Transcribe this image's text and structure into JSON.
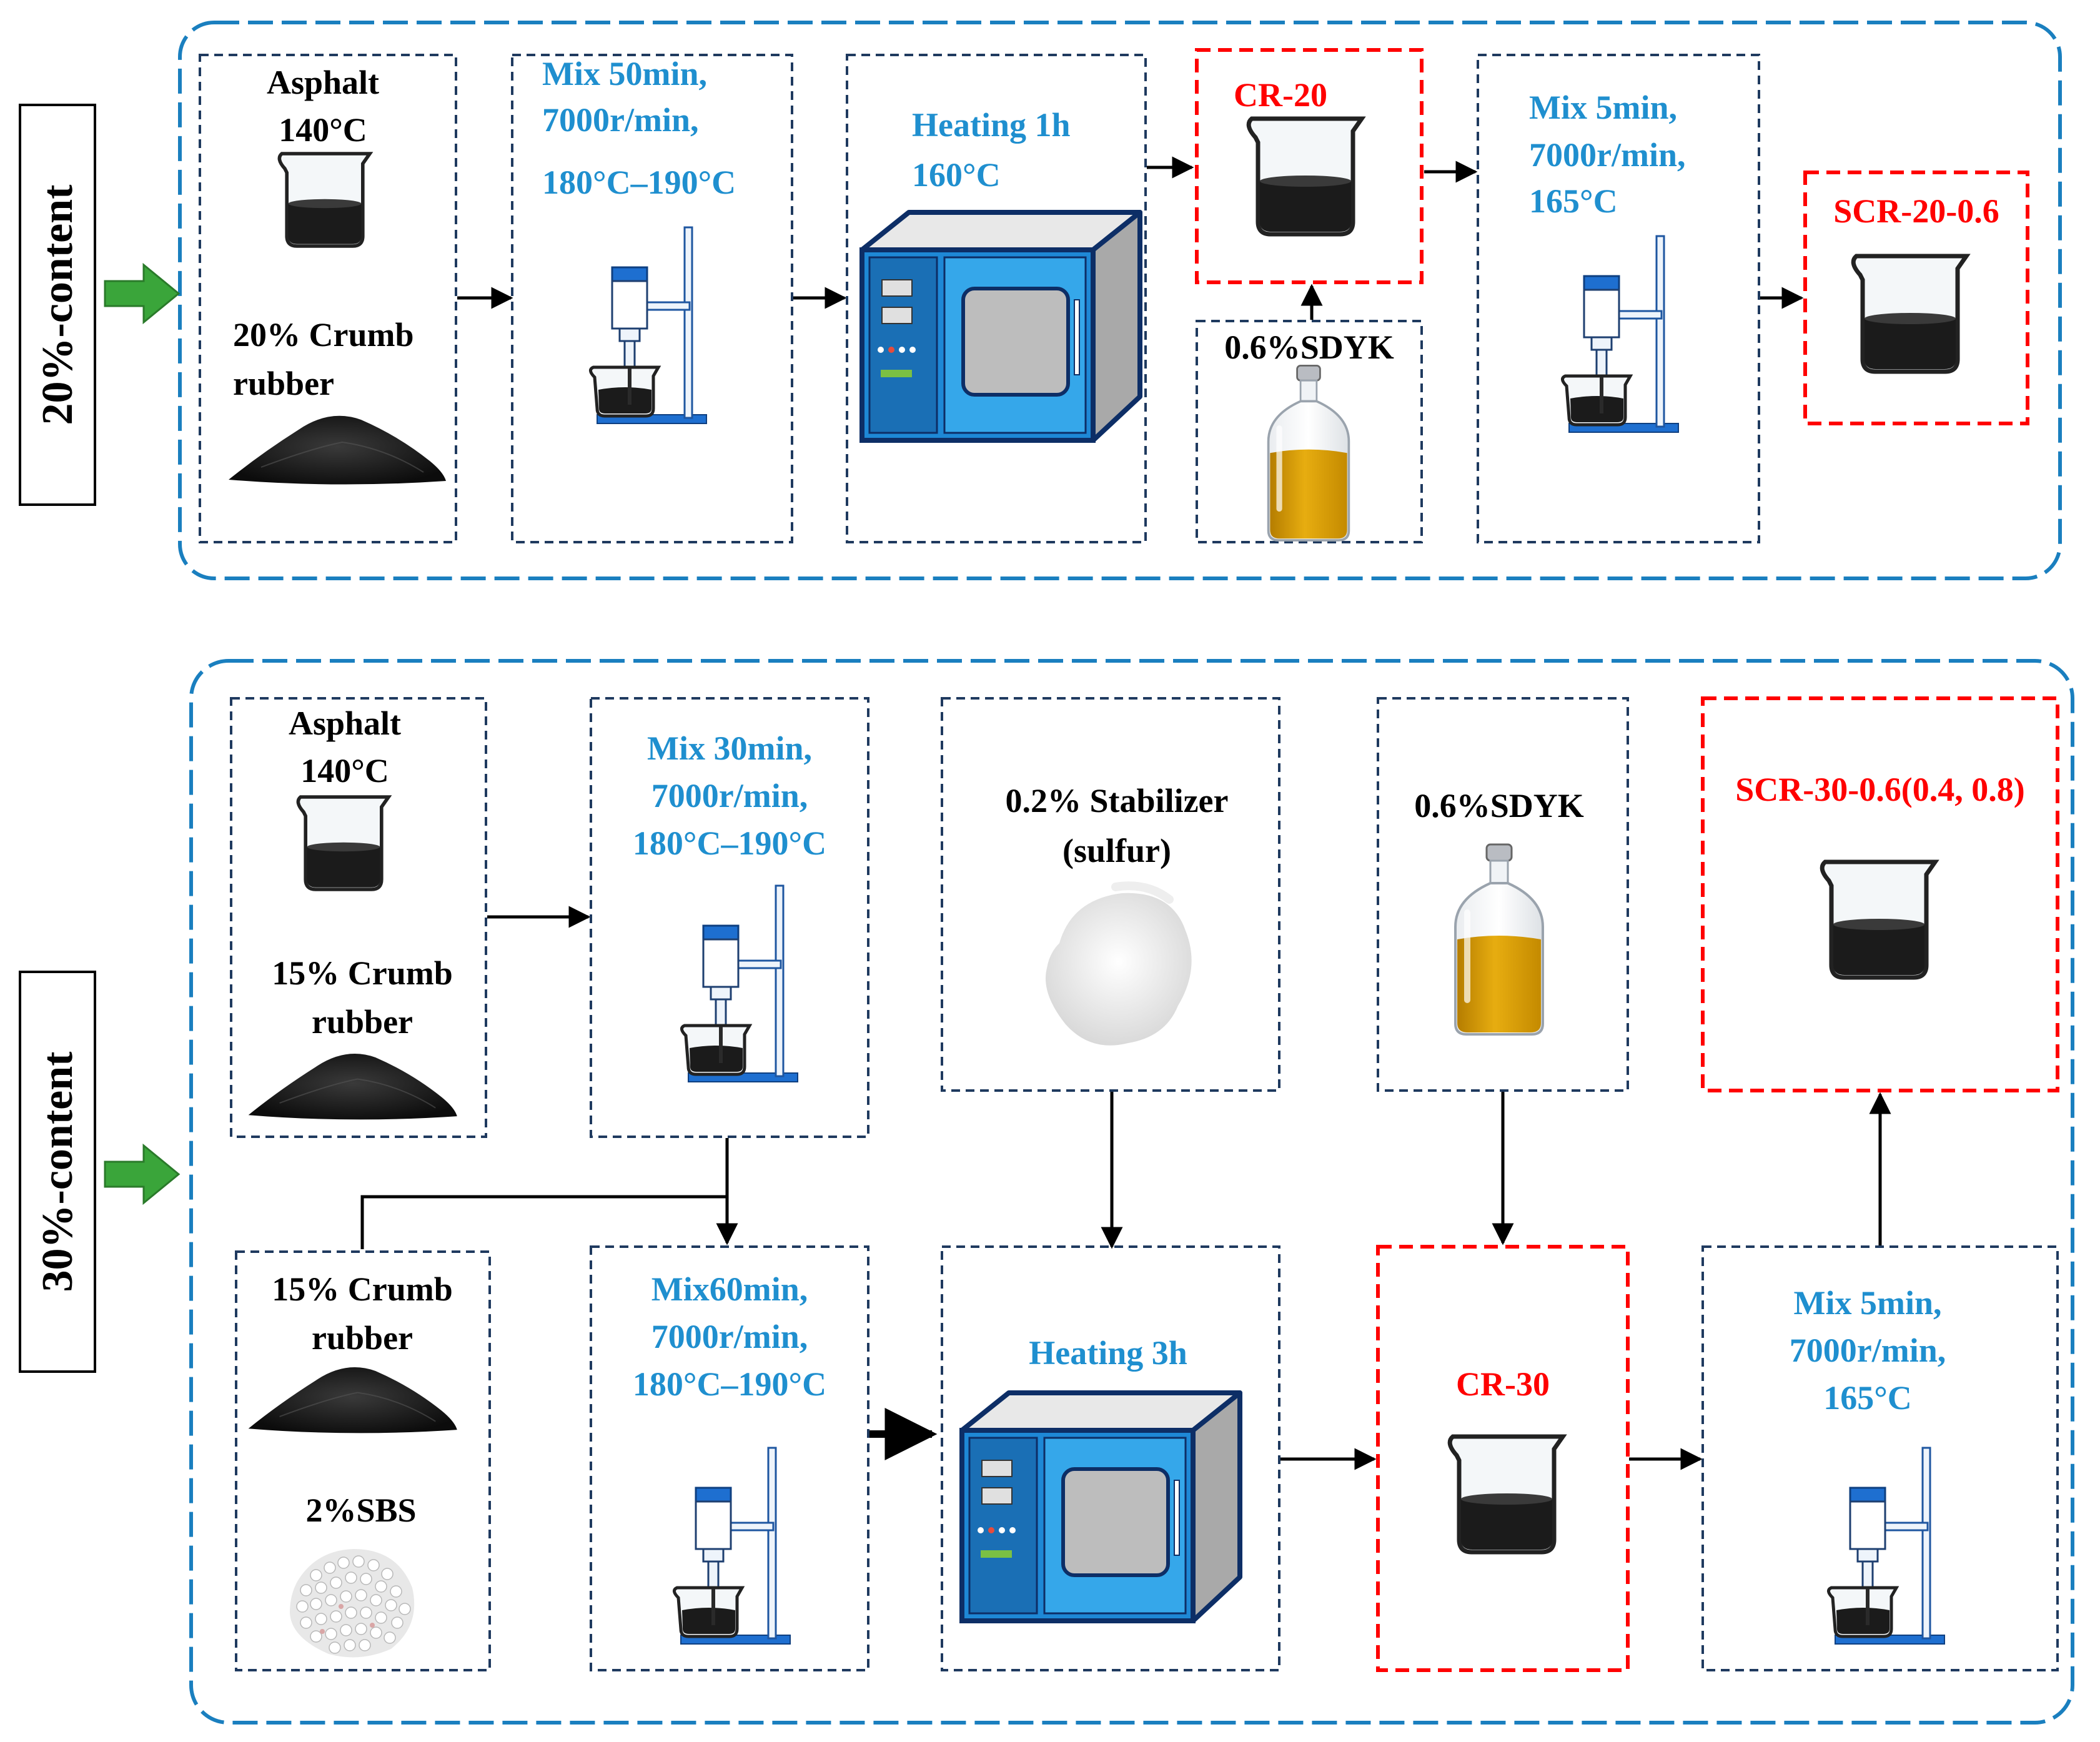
{
  "colors": {
    "section_border": "#1a7fbf",
    "step_border": "#1f3a5f",
    "product_border": "#ff0000",
    "process_text": "#1f8fcf",
    "product_text": "#ff0000",
    "arrow_green": "#3aa53a",
    "asphalt": "#1c1c1c",
    "oven_blue": "#1e88d6",
    "oil": "#d89a00"
  },
  "sections": {
    "s20": {
      "label": "20%-content",
      "asphalt": {
        "name": "Asphalt",
        "temp": "140°C"
      },
      "rubber": {
        "line1": "20% Crumb",
        "line2": "rubber"
      },
      "mix1": {
        "line1": "Mix  50min,",
        "line2": "7000r/min,",
        "line3": "180°C–190°C"
      },
      "heating": {
        "line1": "Heating 1h",
        "line2": "160°C"
      },
      "cr": "CR-20",
      "additive": "0.6%SDYK",
      "mix2": {
        "line1": "Mix 5min,",
        "line2": "7000r/min,",
        "line3": "165°C"
      },
      "product": "SCR-20-0.6"
    },
    "s30": {
      "label": "30%-content",
      "asphalt": {
        "name": "Asphalt",
        "temp": "140°C"
      },
      "rubber1": {
        "line1": "15% Crumb",
        "line2": "rubber"
      },
      "mix1": {
        "line1": "Mix 30min,",
        "line2": "7000r/min,",
        "line3": "180°C–190°C"
      },
      "stabilizer": {
        "line1": "0.2% Stabilizer",
        "line2": "(sulfur)"
      },
      "additive": "0.6%SDYK",
      "product": "SCR-30-0.6(0.4, 0.8)",
      "rubber2": {
        "line1": "15% Crumb",
        "line2": "rubber"
      },
      "sbs": "2%SBS",
      "mix2": {
        "line1": "Mix60min,",
        "line2": "7000r/min,",
        "line3": "180°C–190°C"
      },
      "heating": "Heating 3h",
      "cr": "CR-30",
      "mix3": {
        "line1": "Mix 5min,",
        "line2": "7000r/min,",
        "line3": "165°C"
      }
    }
  },
  "icons": {
    "beaker": "beaker-icon",
    "mixer": "mixer-icon",
    "oven": "oven-icon",
    "bottle": "bottle-icon",
    "powder_black": "crumb-rubber-icon",
    "powder_white": "sulfur-powder-icon",
    "granules": "sbs-granules-icon"
  }
}
